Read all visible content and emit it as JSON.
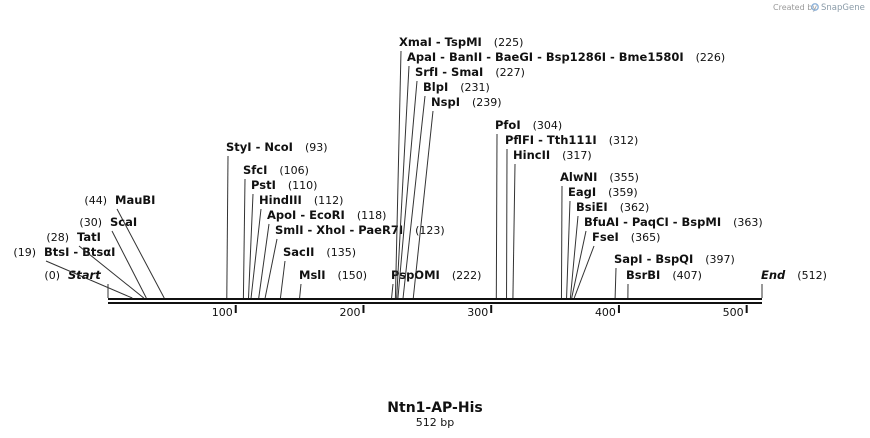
{
  "credit": {
    "prefix": "Created by",
    "brand": "SnapGene"
  },
  "sequence": {
    "name": "Ntn1-AP-His",
    "length_label": "512 bp",
    "length": 512
  },
  "ticks": [
    100,
    200,
    300,
    400,
    500
  ],
  "features": [
    {
      "names": [
        "Start"
      ],
      "pos": 0,
      "italic": true
    },
    {
      "names": [
        "BtsI",
        "BtsαI"
      ],
      "pos": 19
    },
    {
      "names": [
        "TatI"
      ],
      "pos": 28
    },
    {
      "names": [
        "ScaI"
      ],
      "pos": 30
    },
    {
      "names": [
        "MauBI"
      ],
      "pos": 44
    },
    {
      "names": [
        "StyI",
        "NcoI"
      ],
      "pos": 93
    },
    {
      "names": [
        "SfcI"
      ],
      "pos": 106
    },
    {
      "names": [
        "PstI"
      ],
      "pos": 110
    },
    {
      "names": [
        "HindIII"
      ],
      "pos": 112
    },
    {
      "names": [
        "ApoI",
        "EcoRI"
      ],
      "pos": 118
    },
    {
      "names": [
        "SmlI",
        "XhoI",
        "PaeR7I"
      ],
      "pos": 123
    },
    {
      "names": [
        "SacII"
      ],
      "pos": 135
    },
    {
      "names": [
        "MslI"
      ],
      "pos": 150
    },
    {
      "names": [
        "PspOMI"
      ],
      "pos": 222
    },
    {
      "names": [
        "XmaI",
        "TspMI"
      ],
      "pos": 225
    },
    {
      "names": [
        "ApaI",
        "BanII",
        "BaeGI",
        "Bsp1286I",
        "Bme1580I"
      ],
      "pos": 226
    },
    {
      "names": [
        "SrfI",
        "SmaI"
      ],
      "pos": 227
    },
    {
      "names": [
        "BlpI"
      ],
      "pos": 231
    },
    {
      "names": [
        "NspI"
      ],
      "pos": 239
    },
    {
      "names": [
        "PfoI"
      ],
      "pos": 304
    },
    {
      "names": [
        "PflFI",
        "Tth111I"
      ],
      "pos": 312
    },
    {
      "names": [
        "HincII"
      ],
      "pos": 317
    },
    {
      "names": [
        "AlwNI"
      ],
      "pos": 355
    },
    {
      "names": [
        "EagI"
      ],
      "pos": 359
    },
    {
      "names": [
        "BsiEI"
      ],
      "pos": 362
    },
    {
      "names": [
        "BfuAI",
        "PaqCI",
        "BspMI"
      ],
      "pos": 363
    },
    {
      "names": [
        "FseI"
      ],
      "pos": 365
    },
    {
      "names": [
        "SapI",
        "BspQI"
      ],
      "pos": 397
    },
    {
      "names": [
        "BsrBI"
      ],
      "pos": 407
    },
    {
      "names": [
        "End"
      ],
      "pos": 512,
      "italic": true
    }
  ]
}
